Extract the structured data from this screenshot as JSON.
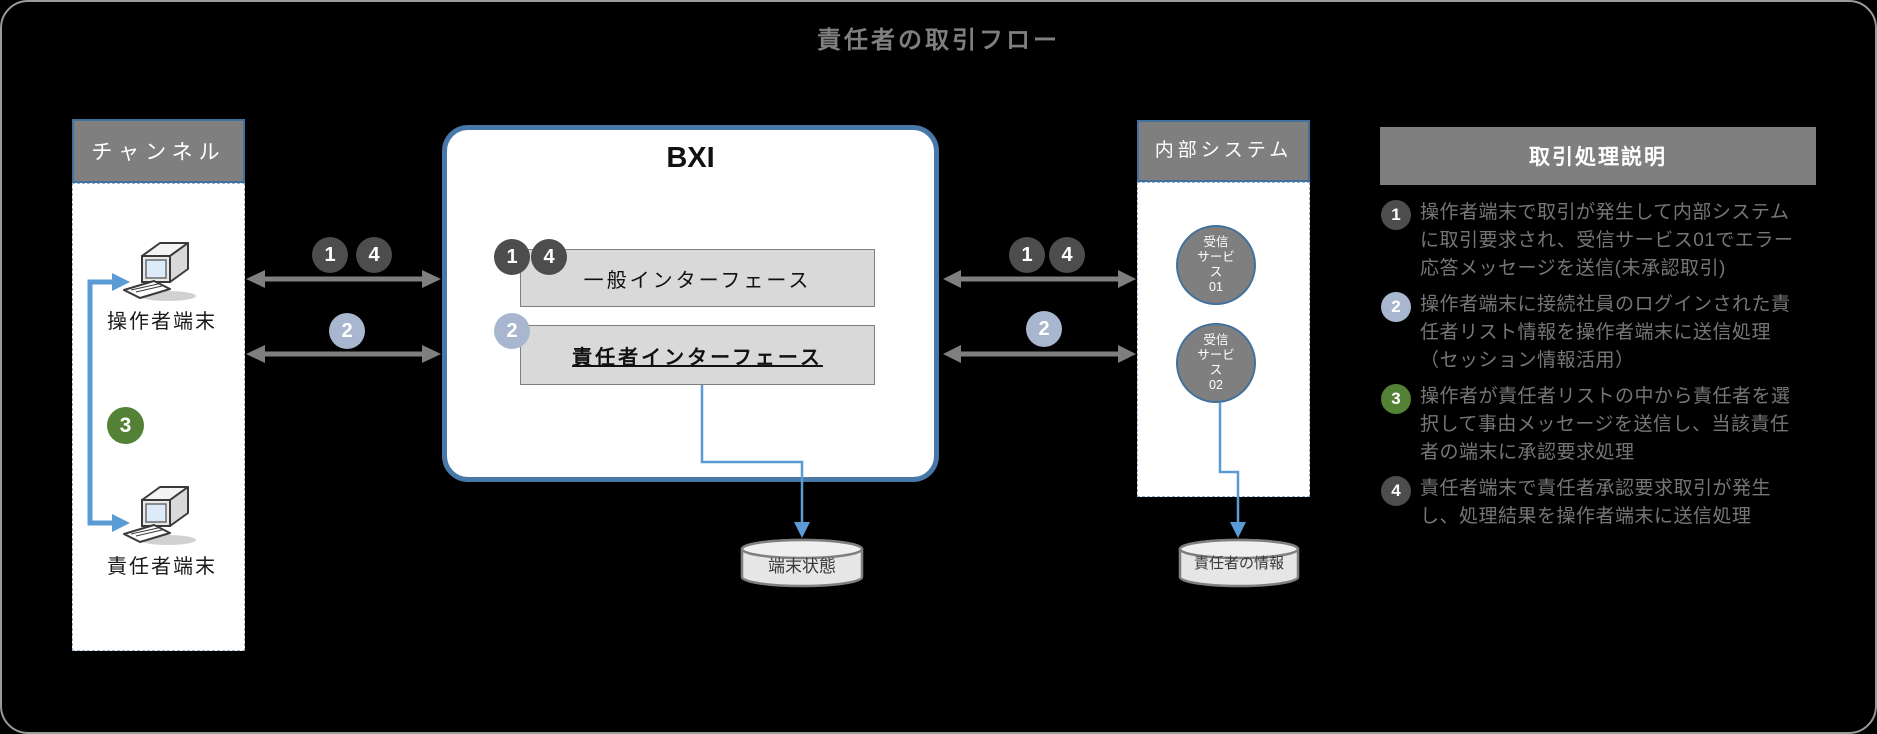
{
  "title": "責任者の取引フロー",
  "colors": {
    "background": "#000000",
    "header_gray": "#7F7F7F",
    "accent_blue": "#41719C",
    "bxi_border_blue": "#4778A8",
    "arrow_gray": "#7F7F7F",
    "connector_blue": "#5B9BD5",
    "badge_dark": "#4D4D4D",
    "badge_light_blue": "#A8B7CF",
    "badge_green": "#538135",
    "interface_box_gray": "#D9D9D9",
    "cylinder_gray": "#E7E6E6"
  },
  "badge_labels": {
    "b1": "1",
    "b2": "2",
    "b3": "3",
    "b4": "4"
  },
  "channel": {
    "header": "チャンネル",
    "terminals": [
      {
        "label": "操作者端末"
      },
      {
        "label": "責任者端末"
      }
    ]
  },
  "bxi": {
    "title": "BXI",
    "interfaces": [
      {
        "label": "一般インターフェース",
        "badges": [
          "1",
          "4"
        ]
      },
      {
        "label": "責任者インターフェース",
        "badges": [
          "2"
        ]
      }
    ],
    "datastore": "端末状態"
  },
  "internal": {
    "header": "内部システム",
    "services": [
      {
        "label": "受信サービス01",
        "display": "受信\nサービ\nス\n01"
      },
      {
        "label": "受信サービス02",
        "display": "受信\nサービ\nス\n02"
      }
    ],
    "datastore": "責任者の情報"
  },
  "links": {
    "channel_bxi": [
      {
        "badges": [
          "1",
          "4"
        ]
      },
      {
        "badges": [
          "2"
        ]
      }
    ],
    "bxi_internal": [
      {
        "badges": [
          "1",
          "4"
        ]
      },
      {
        "badges": [
          "2"
        ]
      }
    ],
    "terminal_flow_badge": "3"
  },
  "legend": {
    "header": "取引処理説明",
    "items": [
      {
        "num": "1",
        "tone": "dark",
        "text": "操作者端末で取引が発生して内部システムに取引要求され、受信サービス01でエラー応答メッセージを送信(未承認取引)"
      },
      {
        "num": "2",
        "tone": "blue",
        "text": "操作者端末に接続社員のログインされた責任者リスト情報を操作者端末に送信処理（セッション情報活用）"
      },
      {
        "num": "3",
        "tone": "green",
        "text": "操作者が責任者リストの中から責任者を選択して事由メッセージを送信し、当該責任者の端末に承認要求処理"
      },
      {
        "num": "4",
        "tone": "dark",
        "text": "責任者端末で責任者承認要求取引が発生し、処理結果を操作者端末に送信処理"
      }
    ]
  }
}
